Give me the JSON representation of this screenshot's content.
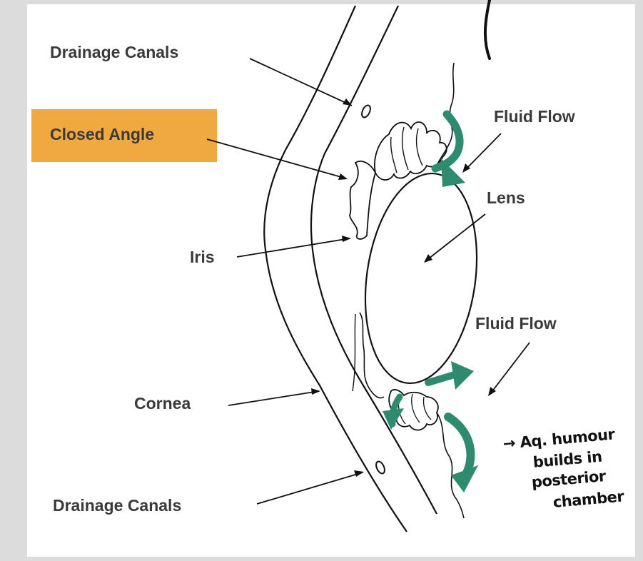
{
  "labels": {
    "drainage_canals_top": "Drainage Canals",
    "closed_angle": "Closed Angle",
    "fluid_flow_top": "Fluid Flow",
    "lens": "Lens",
    "iris": "Iris",
    "fluid_flow_bottom": "Fluid Flow",
    "cornea": "Cornea",
    "drainage_canals_bottom": "Drainage Canals"
  },
  "handwritten_note": {
    "line1": "→ Aq. humour",
    "line2": "builds in",
    "line3": "posterior",
    "line4": "chamber"
  },
  "colors": {
    "highlight": "#f0a940",
    "flow_arrow": "#2e8b6e",
    "label_text": "#3a3a3a",
    "line": "#111111"
  }
}
